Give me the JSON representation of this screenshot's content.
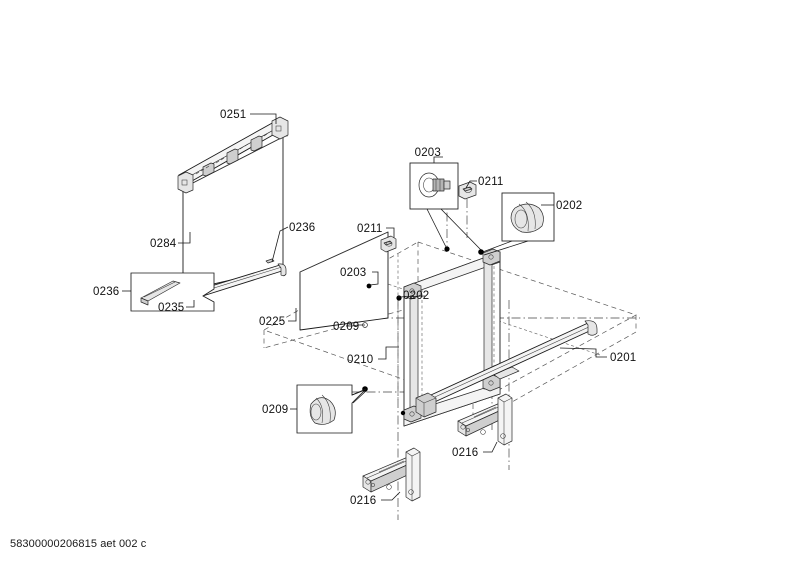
{
  "document": {
    "type": "exploded-parts-diagram",
    "subject": "Oven door assembly",
    "footer_code": "58300000206815 aet 002 c",
    "background_color": "#ffffff",
    "line_color": "#1a1a1a",
    "label_color": "#111111"
  },
  "labels": {
    "l0251": "0251",
    "l0284": "0284",
    "l0236_top": "0236",
    "l0236_left": "0236",
    "l0235": "0235",
    "l0225": "0225",
    "l0211_left": "0211",
    "l0211_top": "0211",
    "l0203_left": "0203",
    "l0203_top": "0203",
    "l0202_left": "0202",
    "l0202_top": "0202",
    "l0209_center": "0209",
    "l0209_left": "0209",
    "l0210": "0210",
    "l0201": "0201",
    "l0216_left": "0216",
    "l0216_right": "0216"
  },
  "parts": [
    {
      "number": "0251",
      "name": "door-trim-rail",
      "kind": "long trim strip with clips"
    },
    {
      "number": "0284",
      "name": "outer-glass-panel",
      "kind": "flat rectangular glass panel"
    },
    {
      "number": "0236",
      "name": "glass-retaining-clip",
      "kind": "small clip, shown in detail box"
    },
    {
      "number": "0235",
      "name": "lower-door-profile",
      "kind": "lower trim profile bar"
    },
    {
      "number": "0225",
      "name": "inner-glass-panel",
      "kind": "flat rectangular glass panel"
    },
    {
      "number": "0211",
      "name": "hinge-bushing",
      "kind": "small bushing / clip"
    },
    {
      "number": "0203",
      "name": "shoulder-screw",
      "kind": "screw, shown in detail box"
    },
    {
      "number": "0202",
      "name": "hinge-cover-cap",
      "kind": "rounded cap, shown in detail box"
    },
    {
      "number": "0209",
      "name": "cover-plug",
      "kind": "rounded plug, shown in detail box"
    },
    {
      "number": "0210",
      "name": "door-frame-panel",
      "kind": "door inner frame"
    },
    {
      "number": "0201",
      "name": "door-handle",
      "kind": "tubular handle bar"
    },
    {
      "number": "0216",
      "name": "mounting-bracket",
      "kind": "L-shaped bracket, two shown"
    }
  ],
  "detail_boxes": [
    {
      "id": "detail-0236",
      "label": "0236",
      "depicts": "retaining clip"
    },
    {
      "id": "detail-0203",
      "label": "0203",
      "depicts": "shoulder screw"
    },
    {
      "id": "detail-0202",
      "label": "0202",
      "depicts": "hinge cover cap"
    },
    {
      "id": "detail-0209",
      "label": "0209",
      "depicts": "cover plug"
    }
  ]
}
